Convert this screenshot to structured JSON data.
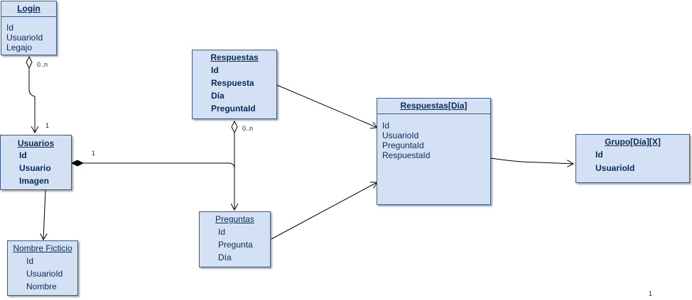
{
  "entities": {
    "login": {
      "title": "Login",
      "attrs": [
        "Id",
        "UsuarioId",
        "Legajo"
      ]
    },
    "respuestas": {
      "title": "Respuestas",
      "attrs": [
        "Id",
        "Respuesta",
        "Día",
        "PreguntaId"
      ]
    },
    "respuestas_dia": {
      "title": "Respuestas[Día]",
      "attrs": [
        "Id",
        "UsuarioId",
        "PreguntaId",
        "RespuestaId"
      ]
    },
    "grupo": {
      "title": "Grupo[Día][X]",
      "attrs": [
        "Id",
        "UsuarioId"
      ]
    },
    "usuarios": {
      "title": "Usuarios",
      "attrs": [
        "Id",
        "Usuario",
        "Imagen"
      ]
    },
    "preguntas": {
      "title": "Preguntas",
      "attrs": [
        "Id",
        "Pregunta",
        "Día"
      ]
    },
    "nombre_ficticio": {
      "title": "Nombre Ficticio",
      "attrs": [
        "Id",
        "UsuarioId",
        "Nombre"
      ]
    }
  },
  "labels": {
    "login_usuarios_source": "0..n",
    "login_usuarios_target": "1",
    "usuarios_preguntas": "1",
    "respuestas_preguntas": "0..n",
    "stray": "1"
  },
  "colors": {
    "entity_fill": "#d4e1f5",
    "entity_border": "#3c5a84",
    "text": "#0b2a55"
  }
}
